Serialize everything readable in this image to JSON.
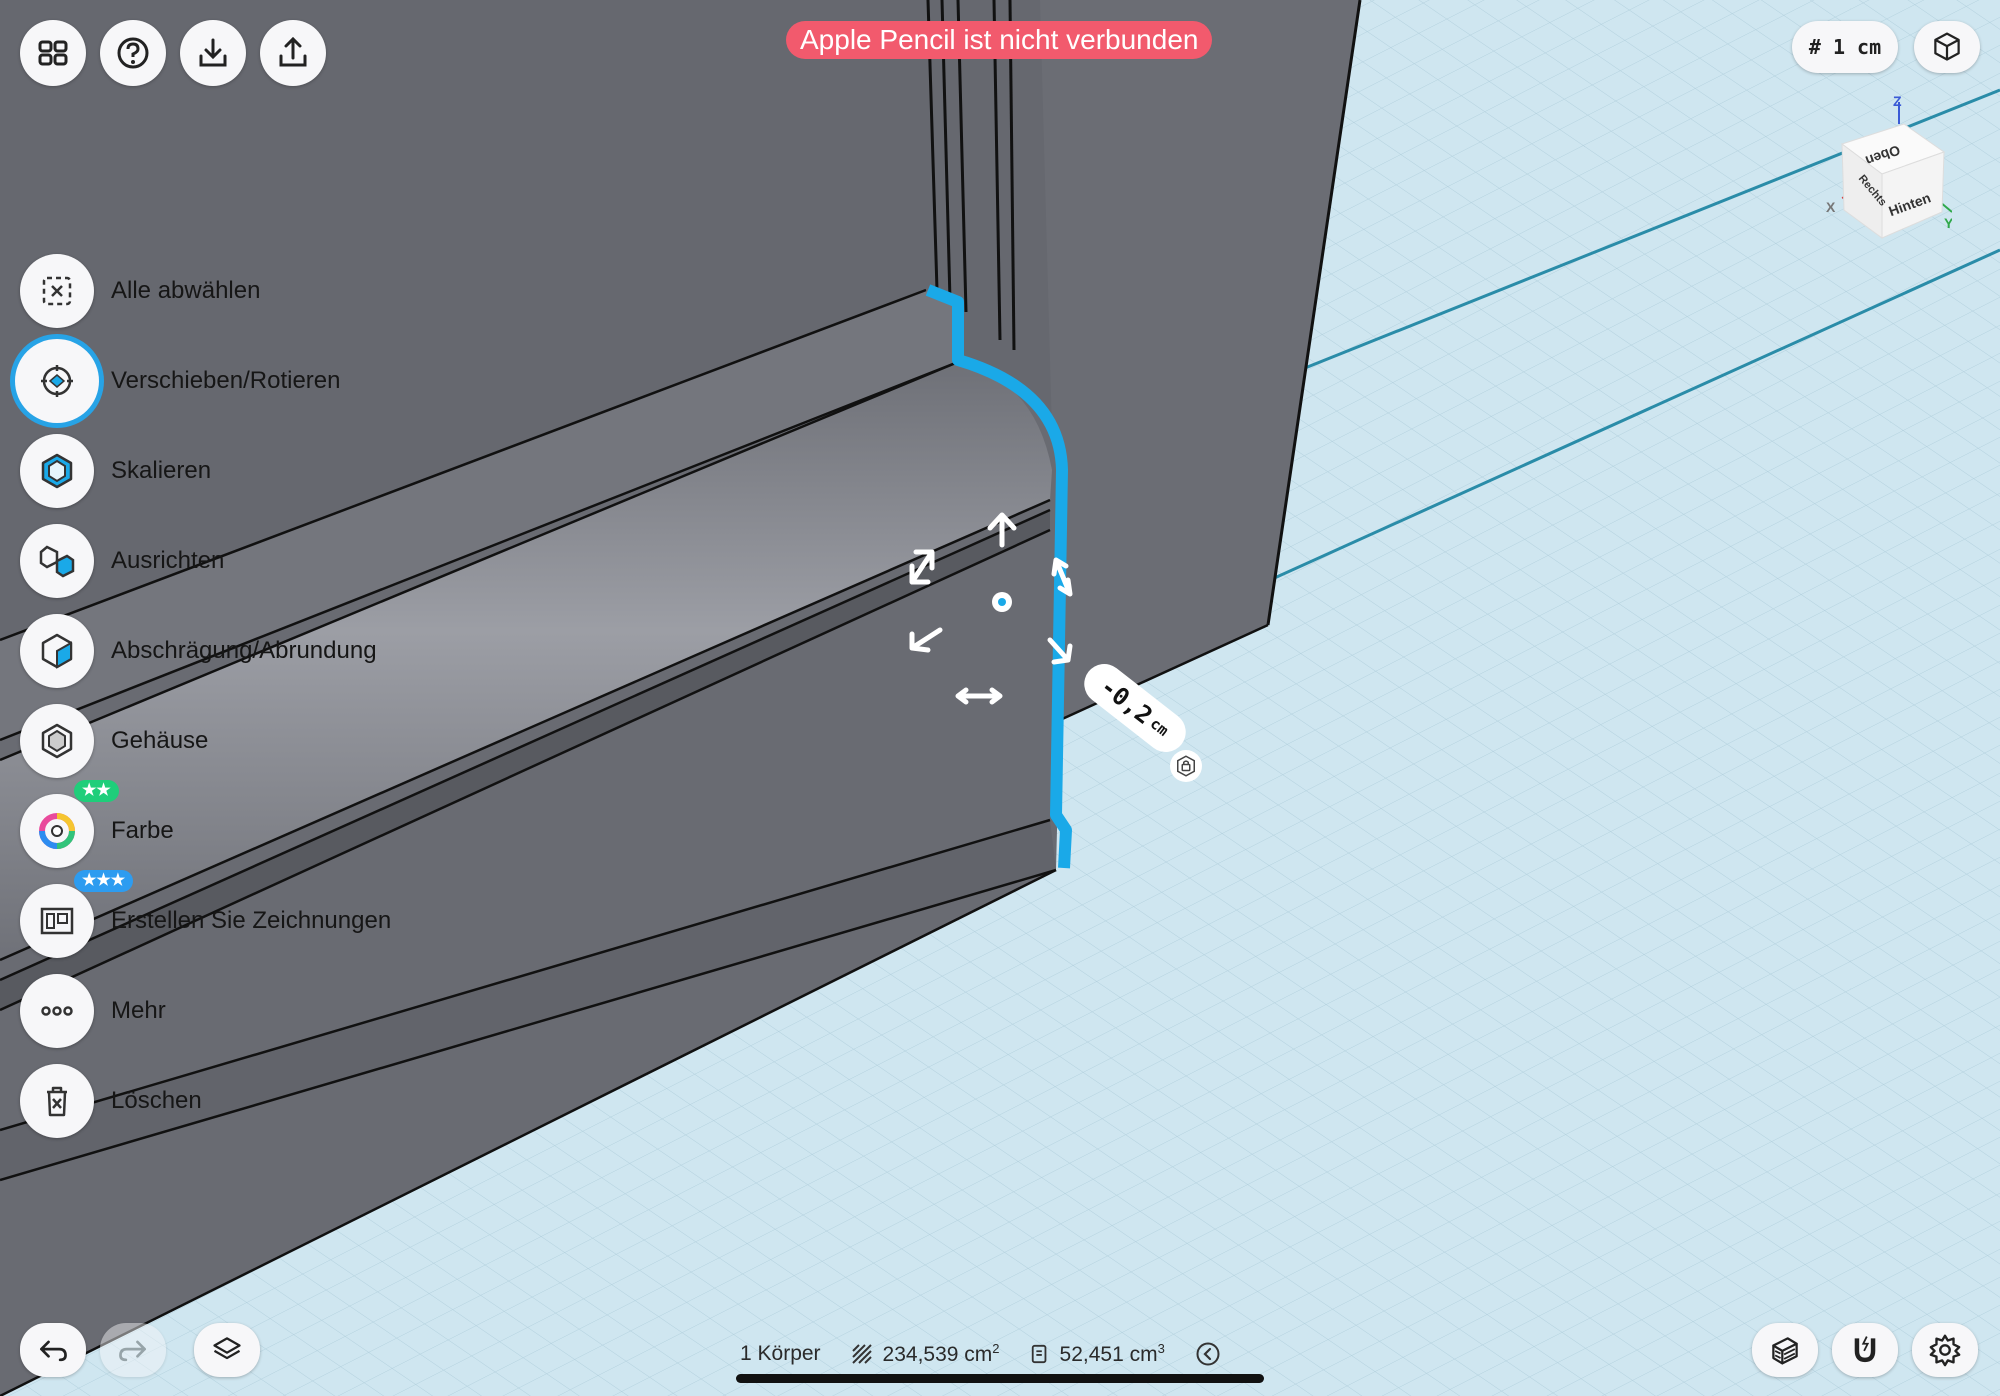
{
  "header": {
    "pencil_banner": "Apple Pencil ist nicht verbunden",
    "unit": "# 1 cm"
  },
  "tools": [
    {
      "label": "Alle abwählen"
    },
    {
      "label": "Verschieben/Rotieren",
      "active": true
    },
    {
      "label": "Skalieren"
    },
    {
      "label": "Ausrichten"
    },
    {
      "label": "Abschrägung/Abrundung"
    },
    {
      "label": "Gehäuse"
    },
    {
      "label": "Farbe",
      "badge": "★★",
      "badge_color": "#1fce7a"
    },
    {
      "label": "Erstellen Sie Zeichnungen",
      "badge": "★★★",
      "badge_color": "#2d9cf0"
    },
    {
      "label": "Mehr"
    },
    {
      "label": "Löschen"
    }
  ],
  "status": {
    "bodies": "1 Körper",
    "area_value": "234,539 cm",
    "area_sup": "2",
    "volume_value": "52,451 cm",
    "volume_sup": "3"
  },
  "dimension": {
    "value": "-0,2",
    "unit": "cm"
  },
  "view_cube": {
    "top": "Oben",
    "back": "Hinten",
    "right": "Rechts",
    "axis_x": "X",
    "axis_y": "Y",
    "axis_z": "Z"
  },
  "colors": {
    "accent": "#27a3e6",
    "banner": "#f25a6d",
    "selection": "#1aa9e8"
  }
}
